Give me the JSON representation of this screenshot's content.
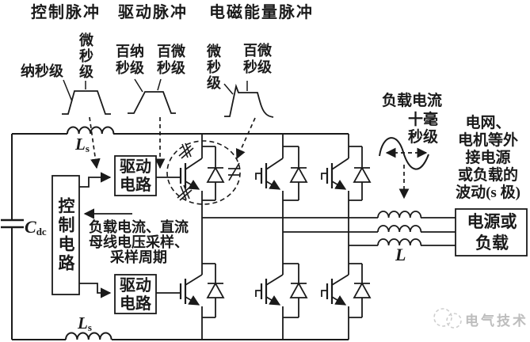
{
  "titles": {
    "control_pulse": "控制脉冲",
    "drive_pulse": "驱动脉冲",
    "em_pulse": "电磁能量脉冲"
  },
  "pulse_labels": {
    "p1_rise": "纳秒级",
    "p1_top": "微秒级",
    "p2_rise": [
      "百纳",
      "秒级"
    ],
    "p2_fall": [
      "百微",
      "秒级"
    ],
    "p3_rise": "微秒级",
    "p3_top": [
      "百微",
      "秒级"
    ]
  },
  "blocks": {
    "control_circuit": "控制电路",
    "drive_circuit": [
      "驱动",
      "电路"
    ],
    "source_load": [
      "电源或",
      "负载"
    ]
  },
  "annotations": {
    "load_current": [
      "负载电流",
      "十毫",
      "秒级"
    ],
    "external": [
      "电网、",
      "电机等外",
      "接电源",
      "或负载的",
      "波动(s 极)"
    ],
    "sampling": [
      "负载电流、直流",
      "母线电压采样、",
      "采样周期"
    ]
  },
  "components": {
    "ls": {
      "base": "L",
      "sub": "s"
    },
    "cdc": {
      "base": "C",
      "sub": "dc"
    },
    "l": "L"
  },
  "icons": {
    "spark": "interference-spark",
    "emi_coupling": "parasitic-coupling",
    "wave": "load-current-sine"
  },
  "watermark": {
    "text": "电气技术"
  },
  "colors": {
    "ink": "#1a1a1a",
    "watermark": "#bdbdbd"
  }
}
